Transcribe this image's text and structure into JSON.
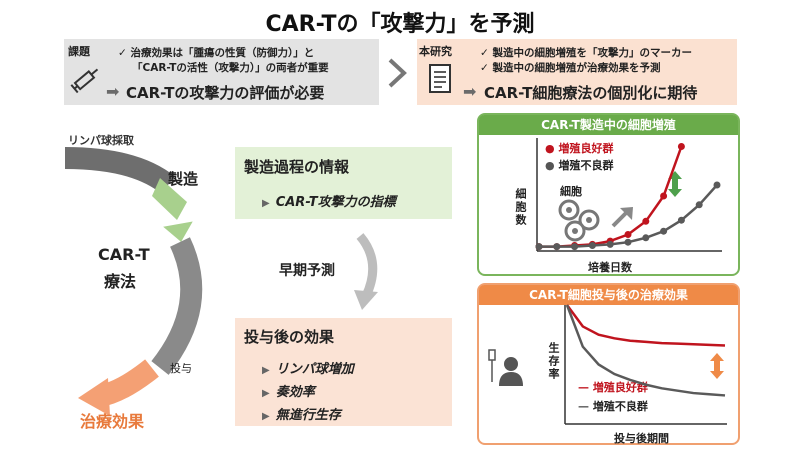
{
  "title": "CAR-Tの「攻撃力」を予測",
  "issue": {
    "tag": "課題",
    "lines": [
      "✓ 治療効果は「腫瘍の性質（防御力）」と",
      "「CAR-Tの活性（攻撃力）」の両者が重要"
    ],
    "conclusion": "CAR-Tの攻撃力の評価が必要"
  },
  "study": {
    "tag": "本研究",
    "lines": [
      "✓ 製造中の細胞増殖を「攻撃力」のマーカー",
      "✓ 製造中の細胞増殖が治療効果を予測"
    ],
    "conclusion": "CAR-T細胞療法の個別化に期待"
  },
  "cycle": {
    "start": "リンパ球採取",
    "manufacture": "製造",
    "center": [
      "CAR-T",
      "療法"
    ],
    "administer": "投与",
    "outcome": "治療効果"
  },
  "info": {
    "head": "製造過程の情報",
    "items": [
      "CAR-T攻撃力の指標"
    ]
  },
  "predict": "早期予測",
  "effect": {
    "head": "投与後の効果",
    "items": [
      "リンパ球増加",
      "奏効率",
      "無進行生存"
    ]
  },
  "chart_data": [
    {
      "type": "line",
      "title": "CAR-T製造中の細胞増殖",
      "xlabel": "培養日数",
      "ylabel": "細胞数",
      "annotation": "細胞",
      "legend_position": "top-left",
      "grid": false,
      "series": [
        {
          "name": "増殖良好群",
          "color": "#c0141e",
          "x": [
            0,
            1,
            2,
            3,
            4,
            5,
            6,
            7,
            8
          ],
          "y": [
            0.04,
            0.04,
            0.05,
            0.06,
            0.09,
            0.15,
            0.27,
            0.5,
            0.95
          ]
        },
        {
          "name": "増殖不良群",
          "color": "#5a5a5a",
          "x": [
            0,
            1,
            2,
            3,
            4,
            5,
            6,
            7,
            8,
            9,
            10
          ],
          "y": [
            0.04,
            0.04,
            0.04,
            0.05,
            0.06,
            0.08,
            0.12,
            0.18,
            0.28,
            0.42,
            0.6
          ]
        }
      ]
    },
    {
      "type": "line",
      "title": "CAR-T細胞投与後の治療効果",
      "xlabel": "投与後期間",
      "ylabel": "生存率",
      "legend_position": "bottom-right",
      "grid": false,
      "series": [
        {
          "name": "増殖良好群",
          "color": "#c0141e",
          "x": [
            0,
            1,
            2,
            3,
            4,
            5,
            6,
            7,
            8,
            9,
            10
          ],
          "y": [
            1.0,
            0.82,
            0.75,
            0.72,
            0.7,
            0.69,
            0.68,
            0.675,
            0.67,
            0.665,
            0.66
          ]
        },
        {
          "name": "増殖不良群",
          "color": "#5a5a5a",
          "x": [
            0,
            1,
            2,
            3,
            4,
            5,
            6,
            7,
            8,
            9,
            10
          ],
          "y": [
            1.0,
            0.65,
            0.5,
            0.42,
            0.37,
            0.33,
            0.3,
            0.28,
            0.26,
            0.25,
            0.24
          ]
        }
      ]
    }
  ]
}
